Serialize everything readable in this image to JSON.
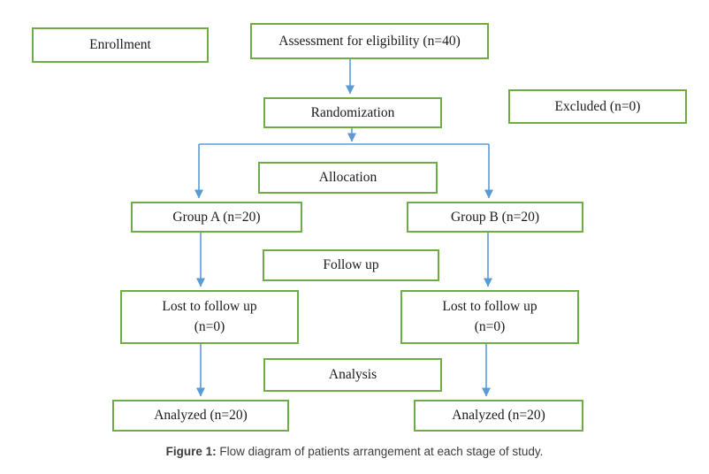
{
  "figure": {
    "caption_prefix": "Figure 1:",
    "caption_rest": " Flow diagram of patients arrangement at each stage of study."
  },
  "colors": {
    "box_border": "#6FAC47",
    "connector_line": "#5B9BD5",
    "arrowhead": "#5B9BD5",
    "box_text": "#1a1a1a",
    "caption_text": "#3c3c3b",
    "background": "#ffffff"
  },
  "boxes": {
    "enrollment": {
      "label": "Enrollment"
    },
    "assessment": {
      "label": "Assessment for eligibility (n=40)"
    },
    "randomization": {
      "label": "Randomization"
    },
    "excluded": {
      "label": "Excluded (n=0)"
    },
    "allocation": {
      "label": "Allocation"
    },
    "group_a": {
      "label": "Group A (n=20)"
    },
    "group_b": {
      "label": "Group B (n=20)"
    },
    "follow_up": {
      "label": "Follow up"
    },
    "lost_left": {
      "line1": "Lost to follow up",
      "line2": "(n=0)"
    },
    "lost_right": {
      "line1": "Lost to follow up",
      "line2": "(n=0)"
    },
    "analysis": {
      "label": "Analysis"
    },
    "analyzed_left": {
      "label": "Analyzed (n=20)"
    },
    "analyzed_right": {
      "label": "Analyzed (n=20)"
    }
  },
  "edges": [
    {
      "from": "assessment",
      "to": "randomization"
    },
    {
      "from": "randomization",
      "to": "allocation-branch"
    },
    {
      "from": "allocation-branch",
      "to": "group_a"
    },
    {
      "from": "allocation-branch",
      "to": "group_b"
    },
    {
      "from": "group_a",
      "to": "lost_left"
    },
    {
      "from": "group_b",
      "to": "lost_right"
    },
    {
      "from": "lost_left",
      "to": "analyzed_left"
    },
    {
      "from": "lost_right",
      "to": "analyzed_right"
    }
  ]
}
